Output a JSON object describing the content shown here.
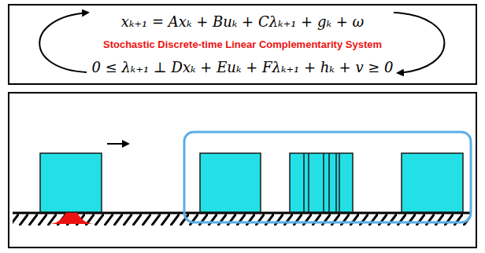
{
  "diagram": {
    "nodes": [
      {
        "text": [
          "xₖ₊₁ = Axₖ + Buₖ + Cλₖ₊₁ + gₖ + ω",
          "Stochastic Discrete-time Linear Complementarity System",
          "0 ≤ λₖ₊₁ ⊥ Dxₖ + Euₖ + Fλₖ₊₁ + hₖ + v ≥ 0"
        ]
      }
    ]
  }
}
